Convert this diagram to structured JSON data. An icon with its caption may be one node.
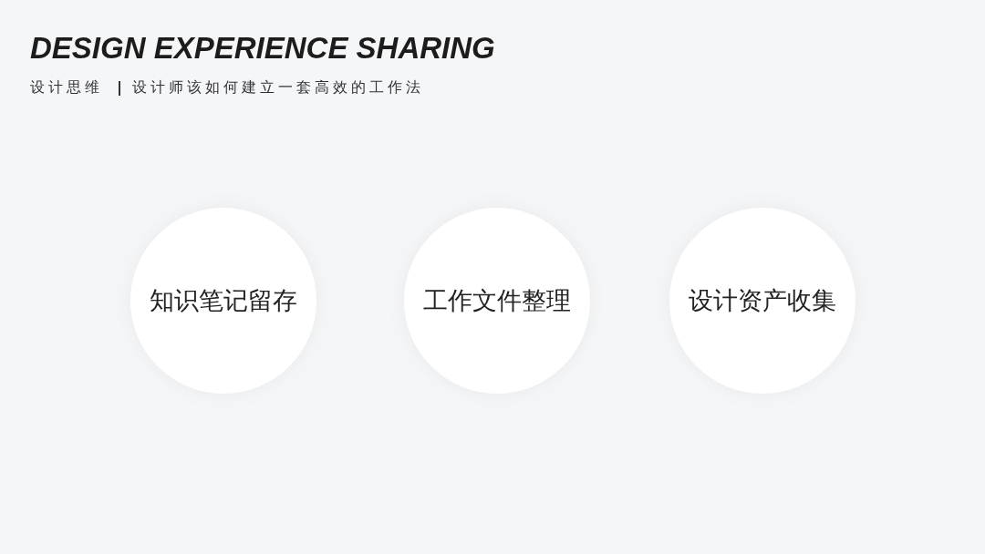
{
  "diagram": {
    "title": "DESIGN EXPERIENCE SHARING",
    "nodes": [
      {
        "text": [
          "知识笔记留存"
        ]
      },
      {
        "text": [
          "工作文件整理"
        ]
      },
      {
        "text": [
          "设计资产收集"
        ]
      }
    ],
    "labels": [
      "设计思维",
      "设计师该如何建立一套高效的工作法"
    ]
  }
}
